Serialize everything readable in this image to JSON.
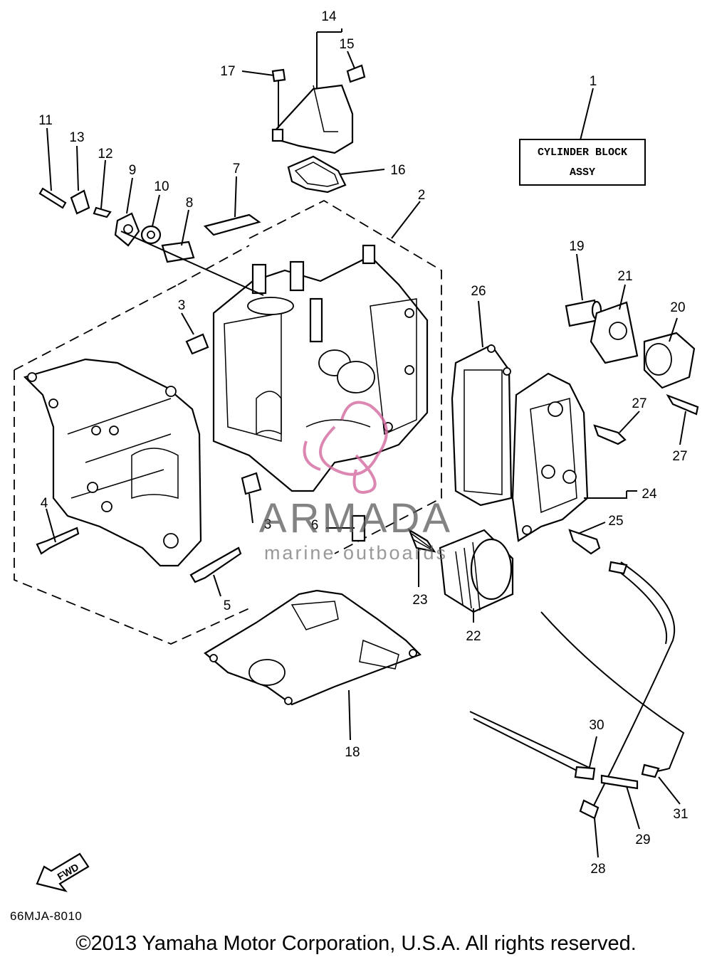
{
  "diagram": {
    "code": "66MJA-8010",
    "copyright": "©2013 Yamaha Motor Corporation, U.S.A. All rights reserved.",
    "assembly_box": {
      "line1": "CYLINDER BLOCK",
      "line2": "ASSY"
    },
    "fwd_arrow_text": "FWD",
    "watermark": {
      "name": "ARMADA",
      "tagline": "marine outboards",
      "color": "#d46aa0"
    },
    "callouts": [
      "1",
      "2",
      "3",
      "3",
      "4",
      "5",
      "6",
      "7",
      "8",
      "9",
      "10",
      "11",
      "12",
      "13",
      "14",
      "15",
      "16",
      "17",
      "18",
      "19",
      "20",
      "21",
      "22",
      "23",
      "24",
      "25",
      "26",
      "27",
      "27",
      "28",
      "29",
      "30",
      "31"
    ]
  }
}
